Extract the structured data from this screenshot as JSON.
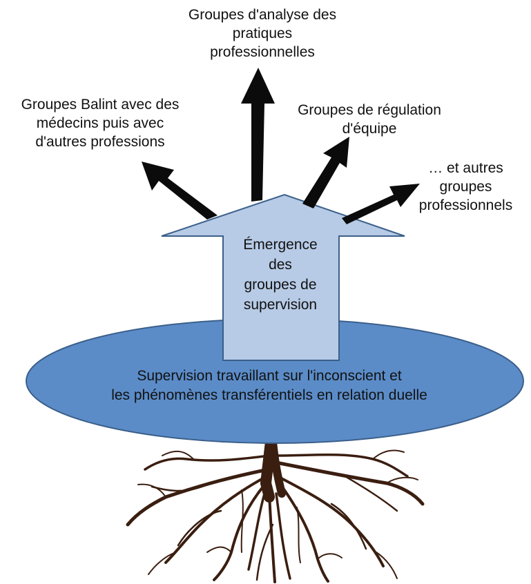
{
  "diagram": {
    "labels": {
      "top": [
        "Groupes d'analyse des",
        "pratiques",
        "professionnelles"
      ],
      "left": [
        "Groupes Balint avec des",
        "médecins puis avec",
        "d'autres professions"
      ],
      "mid_right": [
        "Groupes de régulation",
        "d'équipe"
      ],
      "right": [
        "… et autres",
        "groupes",
        "professionnels"
      ],
      "center": [
        "Émergence",
        "des",
        "groupes de",
        "supervision"
      ],
      "ellipse": [
        "Supervision travaillant sur l'inconscient et",
        "les phénomènes transférentiels en relation duelle"
      ]
    },
    "colors": {
      "ellipse_fill": "#5b8cc8",
      "ellipse_stroke": "#3b5f8a",
      "big_arrow_fill": "#b7cbe6",
      "big_arrow_stroke": "#3b5f8a",
      "small_arrows": "#0b0b0b",
      "roots": "#3a1e10"
    }
  }
}
